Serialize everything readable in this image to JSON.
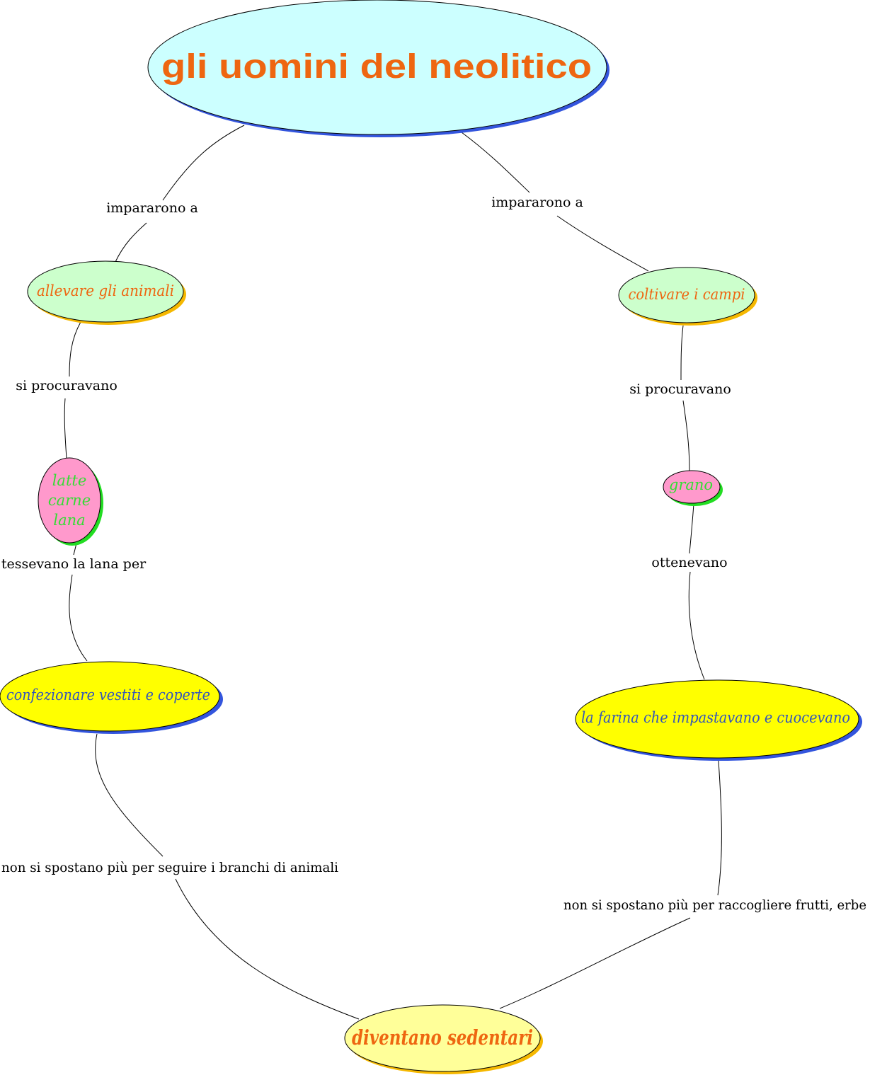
{
  "title": "gli uomini del neolitico",
  "colors": {
    "title_fill": "#ccffff",
    "title_text": "#ee6611",
    "orange_text": "#ee6611",
    "green_text": "#33dd33",
    "blue_text": "#3355bb",
    "light_green_fill": "#ccffcc",
    "pink_fill": "#ff99cc",
    "yellow_fill": "#ffff00",
    "pale_yellow_fill": "#ffff99",
    "shadow_blue": "#3355dd",
    "shadow_orange": "#f5b800",
    "shadow_green": "#22dd22"
  },
  "nodes": {
    "allevare": "allevare gli animali",
    "coltivare": "coltivare i campi",
    "latte_line1": "latte",
    "latte_line2": "carne",
    "latte_line3": "lana",
    "grano": "grano",
    "confezionare": "confezionare vestiti e coperte",
    "farina": "la farina che impastavano e cuocevano",
    "sedentari": "diventano sedentari"
  },
  "links": {
    "impararono_left": "impararono a",
    "impararono_right": "impararono a",
    "procuravano_left": "si procuravano",
    "procuravano_right": "si procuravano",
    "tessevano": "tessevano la lana per",
    "ottenevano": "ottenevano",
    "branchi": "non si spostano più per seguire i branchi di animali",
    "frutti": "non si spostano più per raccogliere frutti, erbe"
  }
}
